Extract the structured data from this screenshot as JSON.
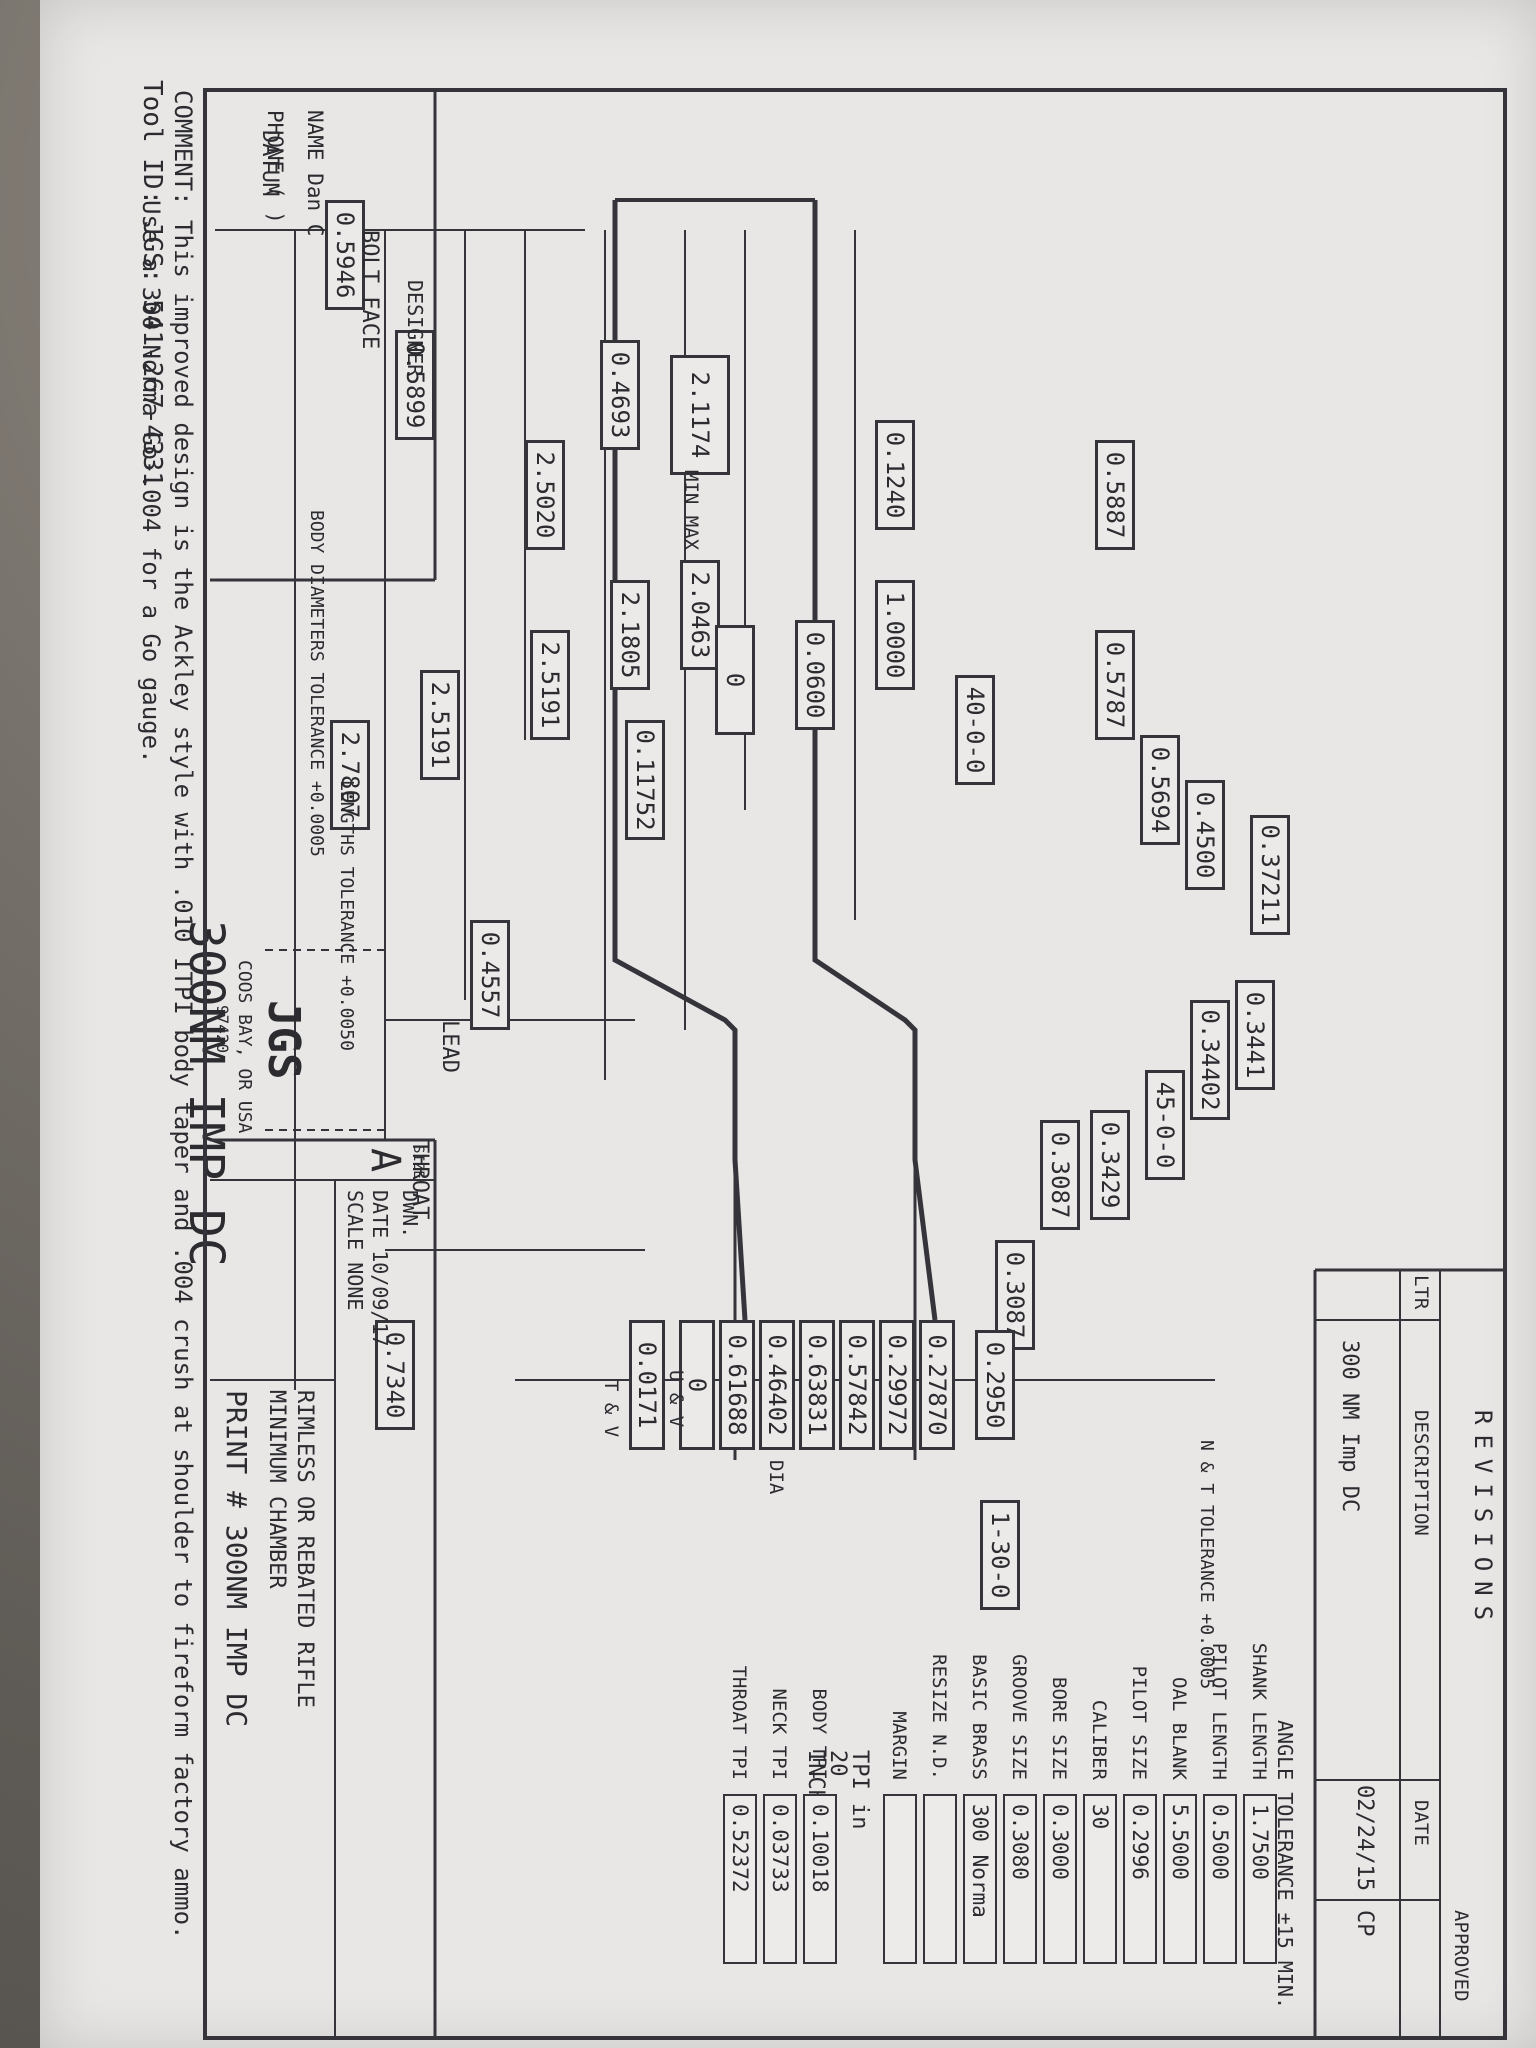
{
  "header": {
    "tool_id": "Tool ID: JGS: 541-267-4331",
    "title": "300NM IMP DC"
  },
  "dims": {
    "ed": "0.5946",
    "a": "0.5899",
    "el": "0.4693",
    "r": "2.1174",
    "t": "2.5020",
    "b": "0.5887",
    "d": "0.1240",
    "p": "1.0000",
    "q": "2.0463",
    "s": "2.1805",
    "u": "2.5191",
    "v": "2.5191",
    "w": "2.7807",
    "m": "0.0600",
    "l": "0",
    "f": "0.5787",
    "k": "40-0-0",
    "e": "0.5694",
    "g": "0.11752",
    "c_minus": "0.4500",
    "d_top": "0.37211",
    "x": "0.4557",
    "c": "0.3441",
    "c2": "0.34402",
    "n": "45-0-0",
    "h": "0.3429",
    "g2": "0.3087",
    "i": "0.3087",
    "z": "0.2950",
    "j": "1-30-0",
    "throat_len": "0.7340",
    "s1": "0.27870",
    "s2": "0.29972",
    "s3": "0.57842",
    "s4": "0.63831",
    "s5": "0.46402",
    "s6": "0.61688",
    "s7": "0",
    "s8": "0.0171"
  },
  "labels": {
    "dia": "DIA",
    "u_v": "U & V",
    "t_v": "T & V",
    "bolt_face": "BOLT FACE",
    "datum": "DATUM",
    "lead": "LEAD",
    "throat": "THROAT",
    "min_max": "MIN MAX",
    "body_tol": "BODY DIAMETERS TOLERANCE +0.0005",
    "lengths_tol": "LENGTHS TOLERANCE +0.0050",
    "nt_tol": "N & T TOLERANCE +0.0005",
    "angle_tol": "ANGLE TOLERANCE ±15 MIN."
  },
  "revisions": {
    "title": "REVISIONS",
    "col_ltr": "LTR",
    "col_desc": "DESCRIPTION",
    "col_date": "DATE",
    "col_approved": "APPROVED",
    "row": {
      "description": "300 NM Imp DC",
      "date": "02/24/15",
      "approved": "CP"
    }
  },
  "specs": [
    {
      "label": "SHANK LENGTH",
      "value": "1.7500"
    },
    {
      "label": "PILOT LENGTH",
      "value": "0.5000"
    },
    {
      "label": "OAL BLANK",
      "value": "5.5000"
    },
    {
      "label": "PILOT SIZE",
      "value": "0.2996"
    },
    {
      "label": "CALIBER",
      "value": "30"
    },
    {
      "label": "BORE SIZE",
      "value": "0.3000"
    },
    {
      "label": "GROOVE SIZE",
      "value": "0.3080"
    },
    {
      "label": "BASIC BRASS",
      "value": "300 Norma"
    },
    {
      "label": "RESIZE N.D.",
      "value": ""
    },
    {
      "label": "MARGIN",
      "value": ""
    }
  ],
  "tpi": {
    "header": "TPI in 20 INCHES",
    "rows": [
      {
        "label": "BODY TPI",
        "value": "0.10018"
      },
      {
        "label": "NECK TPI",
        "value": "0.03733"
      },
      {
        "label": "THROAT TPI",
        "value": "0.52372"
      }
    ]
  },
  "title_block": {
    "designer_label": "DESIGNER",
    "name": "NAME Dan C",
    "phone": "PHONE ( )",
    "company": "JGS",
    "city": "COOS BAY, OR USA",
    "zip": "97420",
    "size_label": "SIZE",
    "size": "A",
    "dwn": "DWN.",
    "date": "DATE 10/09/17",
    "scale": "SCALE NONE",
    "desc1": "RIMLESS OR REBATED RIFLE",
    "desc2": "MINIMUM CHAMBER",
    "print": "PRINT # 300NM IMP DC"
  },
  "comment": {
    "line1": "COMMENT: This improved design is the Ackley style with .010 ITPI body taper and .004 crush at shoulder to fireform factory ammo.",
    "line2": "Use a 300 Norma Go-.004 for a Go gauge."
  }
}
